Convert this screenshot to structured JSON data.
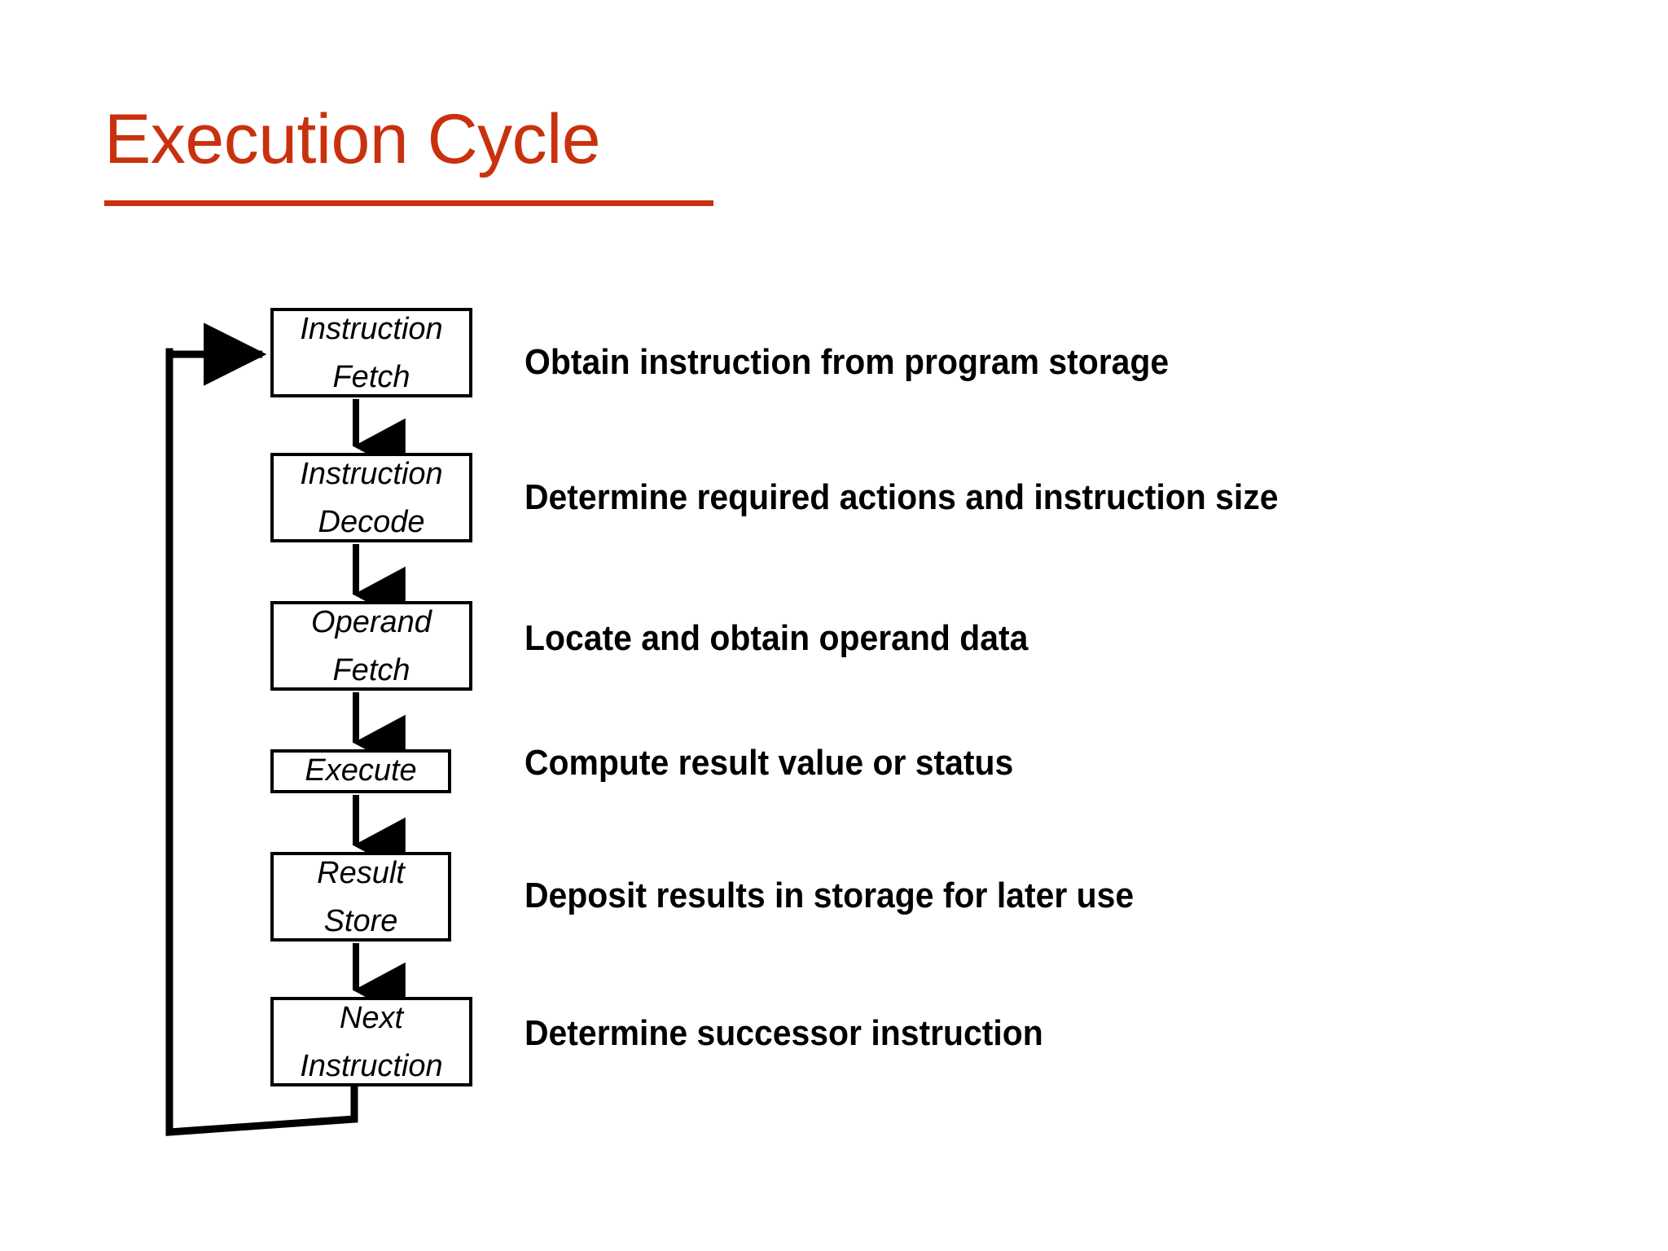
{
  "slide": {
    "title": "Execution Cycle",
    "title_color": "#c9310e",
    "background_color": "#ffffff",
    "text_color": "#000000"
  },
  "diagram": {
    "type": "flowchart",
    "orientation": "vertical",
    "loop_back": true,
    "loop_from": "Next Instruction",
    "loop_to": "Instruction Fetch",
    "stages": [
      {
        "id": "instruction-fetch",
        "lines": [
          "Instruction",
          "Fetch"
        ],
        "description": "Obtain instruction from program storage"
      },
      {
        "id": "instruction-decode",
        "lines": [
          "Instruction",
          "Decode"
        ],
        "description": "Determine required actions and instruction size"
      },
      {
        "id": "operand-fetch",
        "lines": [
          "Operand",
          "Fetch"
        ],
        "description": "Locate and obtain operand data"
      },
      {
        "id": "execute",
        "lines": [
          "Execute"
        ],
        "description": "Compute result value or status"
      },
      {
        "id": "result-store",
        "lines": [
          "Result",
          "Store"
        ],
        "description": "Deposit results in storage for later use"
      },
      {
        "id": "next-instruction",
        "lines": [
          "Next",
          "Instruction"
        ],
        "description": "Determine successor instruction"
      }
    ]
  }
}
